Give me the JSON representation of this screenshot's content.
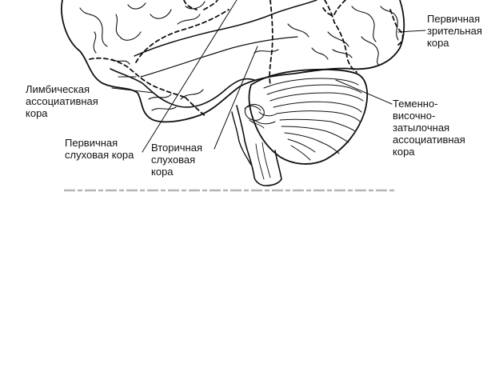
{
  "labels": {
    "primary_visual_cortex": "Первичная\nзрительная\nкора",
    "limbic_association_cortex": "Лимбическая\nассоциативная\nкора",
    "parieto_temporo_occipital_association_cortex": "Теменно-\nвисочно-\nзатылочная\nассоциативная\nкора",
    "primary_auditory_cortex": "Первичная\nслуховая кора",
    "secondary_auditory_cortex": "Вторичная\nслуховая\nкора"
  },
  "colors": {
    "ink": "#111111",
    "background": "#ffffff"
  }
}
